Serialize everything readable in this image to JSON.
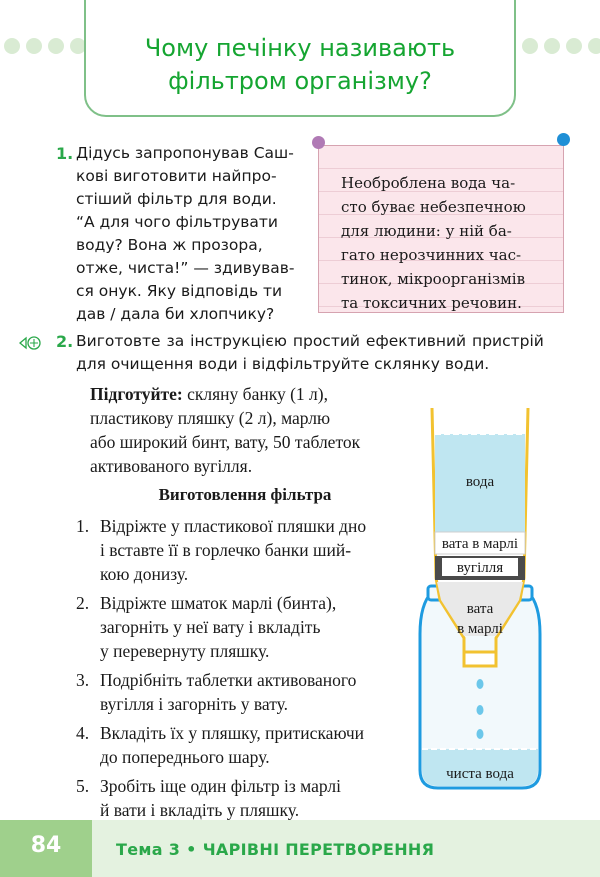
{
  "header": {
    "title_lines": [
      "Чому печінку називають",
      "фільтром організму?"
    ]
  },
  "task1": {
    "number": "1.",
    "lines": [
      "Дідусь запропонував Саш-",
      "кові виготовити найпро-",
      "стіший фільтр для води.",
      "“А для чого фільтрувати",
      "воду? Вона ж прозора,",
      "отже, чиста!” — здивував-",
      "ся онук. Яку відповідь ти",
      "дав / дала би хлопчику?"
    ]
  },
  "note": {
    "lines": [
      "Необроблена вода ча-",
      "сто буває небезпечною",
      "для людини: у ній ба-",
      "гато нерозчинних час-",
      "тинок, мікроорганізмів",
      "та токсичних речовин."
    ]
  },
  "task2": {
    "number": "2.",
    "lines": [
      "Виготовте  за  інструкцією  простий  ефективний  пристрій",
      "для очищення води і відфільтруйте склянку води."
    ]
  },
  "prepare": {
    "label": "Підготуйте:",
    "line1_rest": " скляну банку (1 л),",
    "lines": [
      "пластикову пляшку (2 л), марлю",
      "або широкий бинт, вату, 50 таблеток",
      "активованого вугілля."
    ]
  },
  "subheading": "Виготовлення фільтра",
  "steps": [
    {
      "n": "1.",
      "lines": [
        "Відріжте у пластикової пляшки дно",
        "і вставте її в горлечко банки ший-",
        "кою донизу."
      ]
    },
    {
      "n": "2.",
      "lines": [
        "Відріжте шматок марлі (бинта),",
        "загорніть у неї вату і вкладіть",
        "у перевернуту пляшку."
      ]
    },
    {
      "n": "3.",
      "lines": [
        "Подрібніть таблетки активованого",
        "вугілля і загорніть у вату."
      ]
    },
    {
      "n": "4.",
      "lines": [
        "Вкладіть їх у пляшку, притискаючи",
        "до попереднього шару."
      ]
    },
    {
      "n": "5.",
      "lines": [
        "Зробіть іще один фільтр із марлі",
        "й вати і вкладіть у пляшку."
      ]
    }
  ],
  "diagram": {
    "water": "вода",
    "cotton_gauze": "вата в марлі",
    "charcoal": "вугілля",
    "cotton": "вата",
    "in_gauze": "в марлі",
    "clean_water": "чиста вода"
  },
  "footer": {
    "page": "84",
    "topic": "Тема 3",
    "bullet": "•",
    "chapter": "ЧАРІВНІ ПЕРЕТВОРЕННЯ"
  },
  "colors": {
    "accent_green": "#15a531",
    "note_pink": "#fbe6eb",
    "water_blue": "#bfe6f1"
  }
}
